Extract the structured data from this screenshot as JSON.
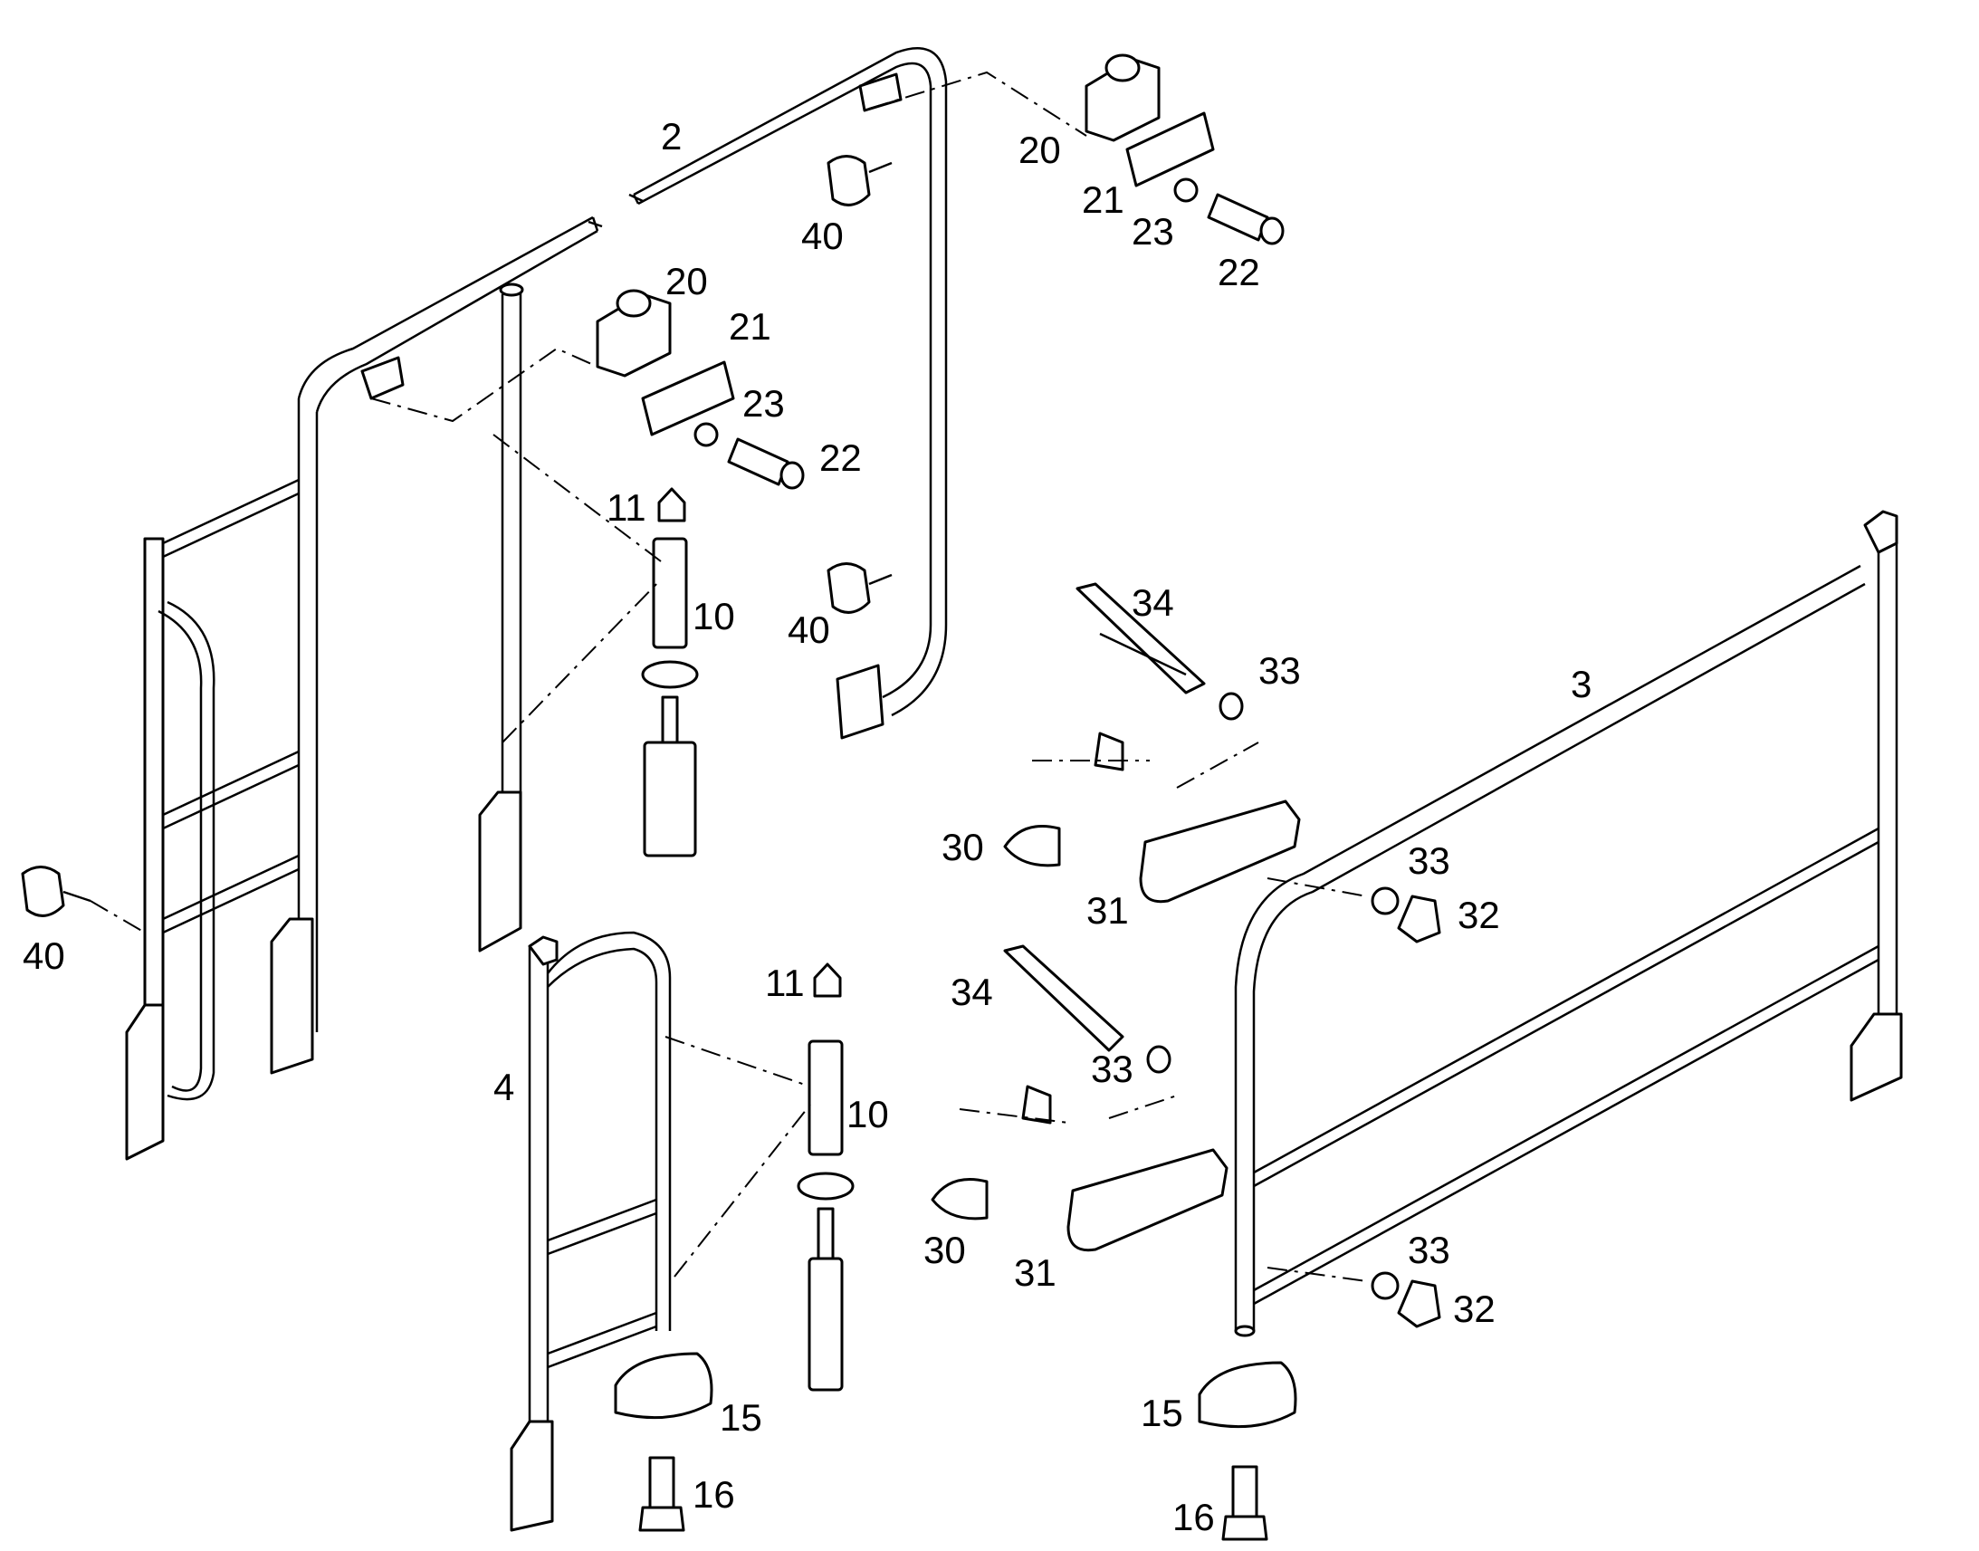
{
  "diagram": {
    "style": "exploded parts drawing, black line art on white",
    "colors": {
      "line": "#000000",
      "background": "#ffffff"
    },
    "callouts": [
      {
        "id": "c2",
        "text": "2"
      },
      {
        "id": "c3",
        "text": "3"
      },
      {
        "id": "c4",
        "text": "4"
      },
      {
        "id": "c10a",
        "text": "10"
      },
      {
        "id": "c10b",
        "text": "10"
      },
      {
        "id": "c11a",
        "text": "11"
      },
      {
        "id": "c11b",
        "text": "11"
      },
      {
        "id": "c15a",
        "text": "15"
      },
      {
        "id": "c15b",
        "text": "15"
      },
      {
        "id": "c16a",
        "text": "16"
      },
      {
        "id": "c16b",
        "text": "16"
      },
      {
        "id": "c20a",
        "text": "20"
      },
      {
        "id": "c20b",
        "text": "20"
      },
      {
        "id": "c21a",
        "text": "21"
      },
      {
        "id": "c21b",
        "text": "21"
      },
      {
        "id": "c22a",
        "text": "22"
      },
      {
        "id": "c22b",
        "text": "22"
      },
      {
        "id": "c23a",
        "text": "23"
      },
      {
        "id": "c23b",
        "text": "23"
      },
      {
        "id": "c30a",
        "text": "30"
      },
      {
        "id": "c30b",
        "text": "30"
      },
      {
        "id": "c31a",
        "text": "31"
      },
      {
        "id": "c31b",
        "text": "31"
      },
      {
        "id": "c32a",
        "text": "32"
      },
      {
        "id": "c32b",
        "text": "32"
      },
      {
        "id": "c33a",
        "text": "33"
      },
      {
        "id": "c33b",
        "text": "33"
      },
      {
        "id": "c33c",
        "text": "33"
      },
      {
        "id": "c33d",
        "text": "33"
      },
      {
        "id": "c34a",
        "text": "34"
      },
      {
        "id": "c34b",
        "text": "34"
      },
      {
        "id": "c40a",
        "text": "40"
      },
      {
        "id": "c40b",
        "text": "40"
      },
      {
        "id": "c40c",
        "text": "40"
      }
    ]
  }
}
